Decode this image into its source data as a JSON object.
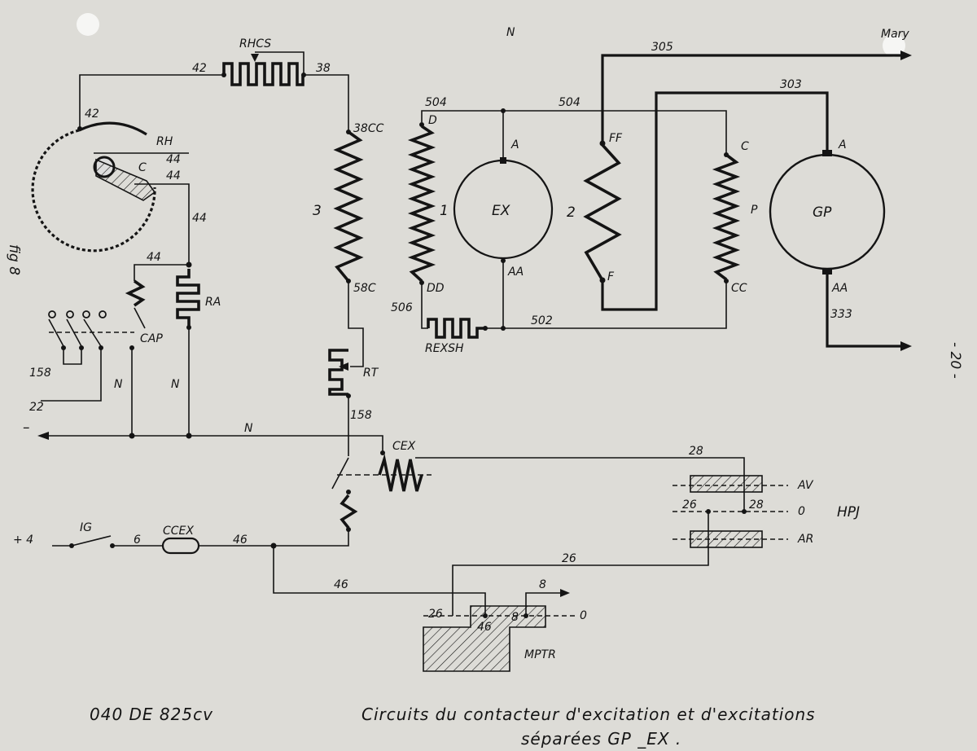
{
  "labels": {
    "n_top": "N",
    "signature": "Mary",
    "fig": "fig 8",
    "page_no": "- 20 -",
    "rhcs": "RHCS",
    "w42a": "42",
    "w42b": "42",
    "w38": "38",
    "w38cc": "38CC",
    "w58c": "58C",
    "rh": "RH",
    "c_arm": "C",
    "w44a": "44",
    "w44b": "44",
    "w44c": "44",
    "w44d": "44",
    "ra": "RA",
    "cap": "CAP",
    "w158a": "158",
    "w158b": "158",
    "w22": "22",
    "n1": "N",
    "n2": "N",
    "n3": "N",
    "minus": "–",
    "coil3": "3",
    "coil1": "1",
    "coil2": "2",
    "d": "D",
    "dd": "DD",
    "w504a": "504",
    "w504b": "504",
    "w506": "506",
    "w502": "502",
    "rexsh": "REXSH",
    "ex": "EX",
    "a1": "A",
    "aa1": "AA",
    "ff": "FF",
    "f": "F",
    "c": "C",
    "p": "P",
    "cc": "CC",
    "gp": "GP",
    "a2": "A",
    "aa2": "AA",
    "w305": "305",
    "w303": "303",
    "w333": "333",
    "rt": "RT",
    "cex": "CEX",
    "w28a": "28",
    "w28b": "28",
    "av": "AV",
    "zero1": "0",
    "ar": "AR",
    "hpj": "HPJ",
    "w26a": "26",
    "w26b": "26",
    "w26c": "26",
    "plus4": "+ 4",
    "ig": "IG",
    "w6": "6",
    "ccex": "CCEX",
    "w46a": "46",
    "w46b": "46",
    "w46c": "46",
    "w8a": "8",
    "w8b": "8",
    "zero2": "0",
    "mptr": "MPTR"
  },
  "captions": {
    "model": "040 DE 825cv",
    "title_line1": "Circuits du contacteur d'excitation et d'excitations",
    "title_line2": "séparées GP _EX ."
  }
}
